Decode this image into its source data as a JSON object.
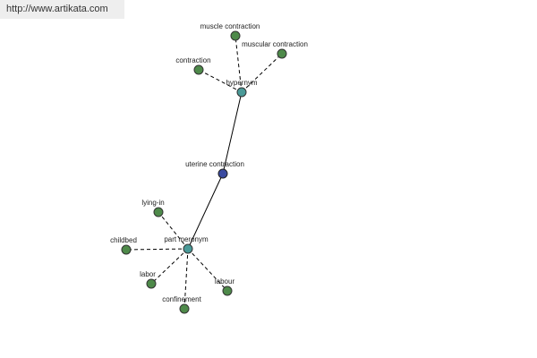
{
  "banner": {
    "url": "http://www.artikata.com"
  },
  "colors": {
    "word_node": "#4e8a4a",
    "relation_node": "#4a9a98",
    "main_node": "#3a4aa0"
  },
  "graph": {
    "main": {
      "id": "uterine",
      "label": "uterine contraction",
      "kind": "main"
    },
    "relations": [
      {
        "id": "hypernym",
        "label": "hypernym",
        "kind": "relation",
        "words": [
          {
            "id": "muscle-contraction",
            "label": "muscle contraction"
          },
          {
            "id": "muscular-contraction",
            "label": "muscular contraction"
          },
          {
            "id": "contraction",
            "label": "contraction"
          }
        ]
      },
      {
        "id": "part-meronym",
        "label": "part meronym",
        "kind": "relation",
        "words": [
          {
            "id": "lying-in",
            "label": "lying-in"
          },
          {
            "id": "childbed",
            "label": "childbed"
          },
          {
            "id": "labor",
            "label": "labor"
          },
          {
            "id": "labour",
            "label": "labour"
          },
          {
            "id": "confinement",
            "label": "confinement"
          }
        ]
      }
    ]
  }
}
